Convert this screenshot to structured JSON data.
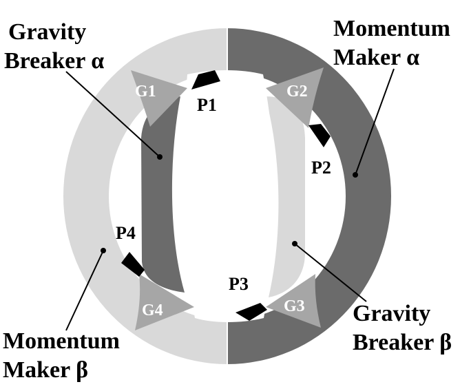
{
  "labels": {
    "gravity_breaker_alpha": [
      "Gravity",
      "Breaker α"
    ],
    "momentum_maker_alpha": [
      "Momentum",
      "Maker α"
    ],
    "gravity_breaker_beta": [
      "Gravity",
      "Breaker β"
    ],
    "momentum_maker_beta": [
      "Momentum",
      "Maker β"
    ]
  },
  "gears": {
    "g1": "G1",
    "g2": "G2",
    "g3": "G3",
    "g4": "G4"
  },
  "pins": {
    "p1": "P1",
    "p2": "P2",
    "p3": "P3",
    "p4": "P4"
  },
  "colors": {
    "light_gray": "#d9d9d9",
    "dark_gray": "#6b6b6b",
    "gear_gray": "#a6a6a6",
    "pin_black": "#000000",
    "divider": "#ffffff"
  }
}
